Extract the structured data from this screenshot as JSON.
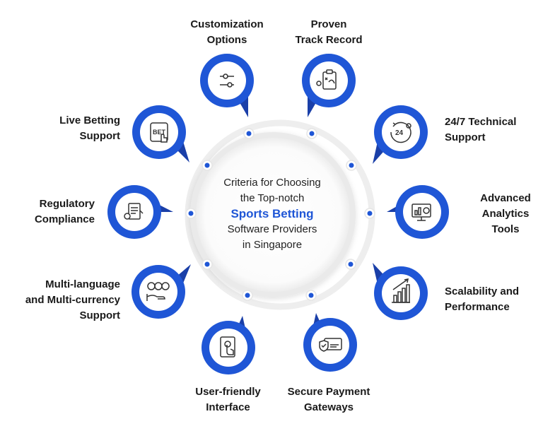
{
  "center": {
    "line1": "Criteria for Choosing",
    "line2": "the Top-notch",
    "highlight": "Sports Betting",
    "line3": "Software Providers",
    "line4": "in Singapore"
  },
  "items": [
    {
      "lines": [
        "Customization",
        "Options"
      ],
      "icon": "sliders-icon"
    },
    {
      "lines": [
        "Proven",
        "Track Record"
      ],
      "icon": "clipboard-strategy-icon"
    },
    {
      "lines": [
        "24/7 Technical",
        "Support"
      ],
      "icon": "clock-24-icon"
    },
    {
      "lines": [
        "Advanced",
        "Analytics",
        "Tools"
      ],
      "icon": "analytics-monitor-icon"
    },
    {
      "lines": [
        "Scalability and",
        "Performance"
      ],
      "icon": "bar-chart-growth-icon"
    },
    {
      "lines": [
        "Secure Payment",
        "Gateways"
      ],
      "icon": "secure-card-icon"
    },
    {
      "lines": [
        "User-friendly",
        "Interface"
      ],
      "icon": "touch-screen-icon"
    },
    {
      "lines": [
        "Multi-language",
        "and Multi-currency",
        "Support"
      ],
      "icon": "coins-hand-icon"
    },
    {
      "lines": [
        "Regulatory",
        "Compliance"
      ],
      "icon": "legal-document-icon"
    },
    {
      "lines": [
        "Live Betting",
        "Support"
      ],
      "icon": "bet-phone-icon"
    }
  ],
  "colors": {
    "primary": "#1f56d6",
    "dark": "#1a3fa8",
    "ring": "#eeeeee",
    "text": "#1a1a1a"
  }
}
